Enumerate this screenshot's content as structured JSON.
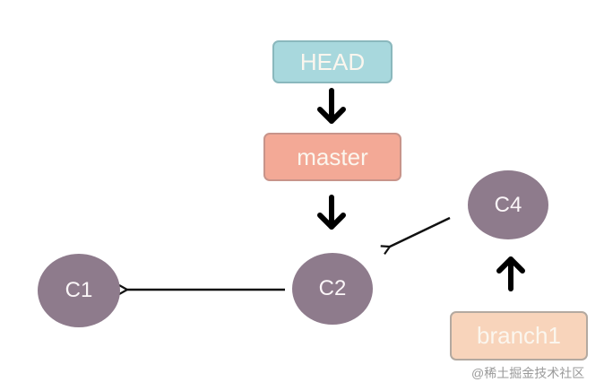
{
  "diagram": {
    "type": "git-branch-pointers",
    "refs": [
      {
        "id": "head",
        "label": "HEAD",
        "color": "#a8d8dd",
        "border": "#8ab8bd"
      },
      {
        "id": "master",
        "label": "master",
        "color": "#f3a996",
        "border": "#c8948a"
      },
      {
        "id": "branch1",
        "label": "branch1",
        "color": "#f8d4bb",
        "border": "#b3a9a0"
      }
    ],
    "commits": [
      {
        "id": "c1",
        "label": "C1"
      },
      {
        "id": "c2",
        "label": "C2"
      },
      {
        "id": "c4",
        "label": "C4"
      }
    ],
    "commit_color": "#8e7b8c",
    "edges": [
      {
        "from": "HEAD",
        "to": "master",
        "style": "thick"
      },
      {
        "from": "master",
        "to": "C2",
        "style": "thick"
      },
      {
        "from": "branch1",
        "to": "C4",
        "style": "thick"
      },
      {
        "from": "C4",
        "to": "C2",
        "style": "thin"
      },
      {
        "from": "C2",
        "to": "C1",
        "style": "thin"
      }
    ]
  },
  "watermark": "@稀土掘金技术社区"
}
